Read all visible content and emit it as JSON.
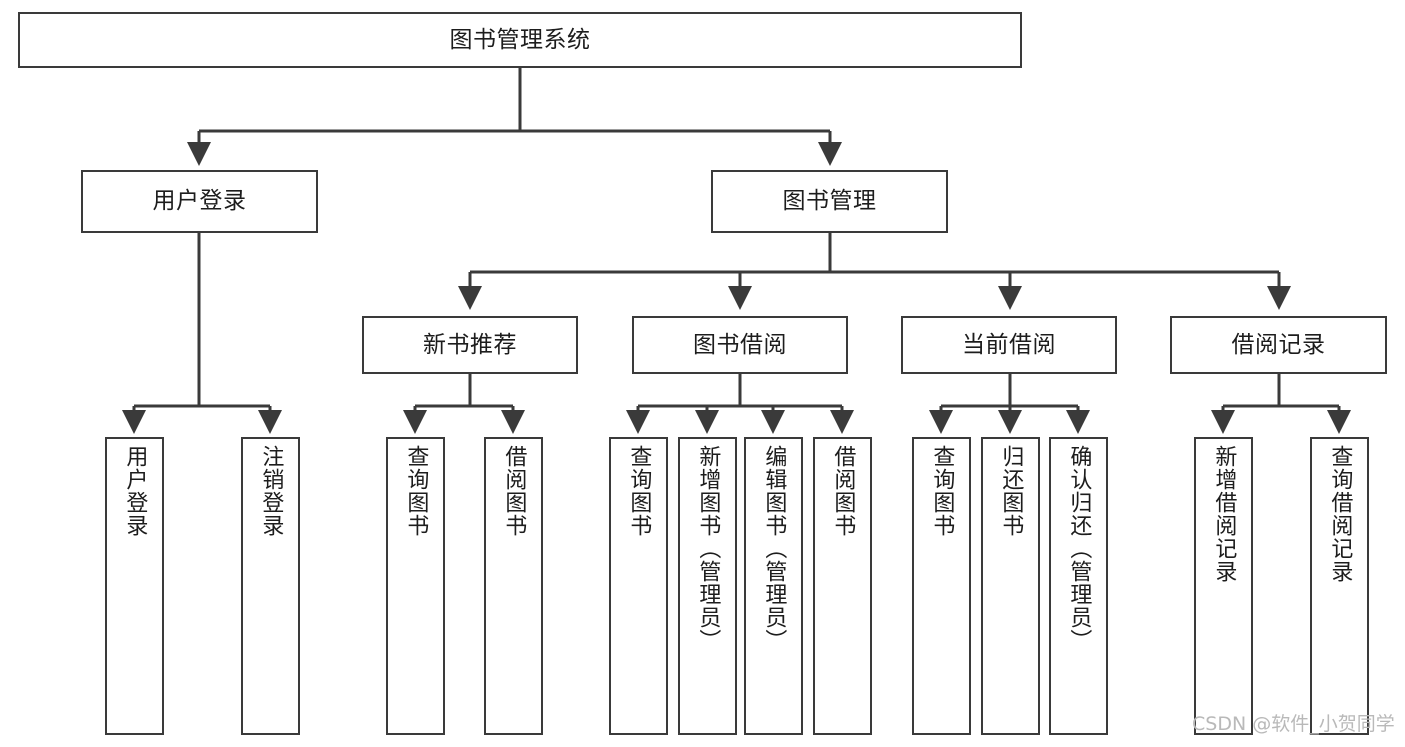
{
  "diagram": {
    "title": "图书管理系统",
    "type": "tree-hierarchy-chart",
    "watermark": "CSDN @软件_小贺同学",
    "colors": {
      "stroke": "#3a3a3a",
      "fill": "#ffffff",
      "text": "#1d1d1d",
      "watermark": "#b9b9b9"
    },
    "nodes": {
      "root": {
        "label": "图书管理系统"
      },
      "level2": [
        {
          "id": "user-login",
          "label": "用户登录"
        },
        {
          "id": "book-manage",
          "label": "图书管理"
        }
      ],
      "level3": [
        {
          "id": "new-book-recommend",
          "label": "新书推荐"
        },
        {
          "id": "book-borrow",
          "label": "图书借阅"
        },
        {
          "id": "current-borrow",
          "label": "当前借阅"
        },
        {
          "id": "borrow-record",
          "label": "借阅记录"
        }
      ],
      "leaves": {
        "user_login": [
          {
            "id": "leaf-user-login",
            "label": "用户登录"
          },
          {
            "id": "leaf-logout",
            "label": "注销登录"
          }
        ],
        "new_book_recommend": [
          {
            "id": "leaf-query-book-1",
            "label": "查询图书"
          },
          {
            "id": "leaf-borrow-book-1",
            "label": "借阅图书"
          }
        ],
        "book_borrow": [
          {
            "id": "leaf-query-book-2",
            "label": "查询图书"
          },
          {
            "id": "leaf-add-book",
            "label": "新增图书（管理员）"
          },
          {
            "id": "leaf-edit-book",
            "label": "编辑图书（管理员）"
          },
          {
            "id": "leaf-borrow-book-2",
            "label": "借阅图书"
          }
        ],
        "current_borrow": [
          {
            "id": "leaf-query-book-3",
            "label": "查询图书"
          },
          {
            "id": "leaf-return-book",
            "label": "归还图书"
          },
          {
            "id": "leaf-confirm-return",
            "label": "确认归还（管理员）"
          }
        ],
        "borrow_record": [
          {
            "id": "leaf-add-record",
            "label": "新增借阅记录"
          },
          {
            "id": "leaf-query-record",
            "label": "查询借阅记录"
          }
        ]
      }
    }
  }
}
